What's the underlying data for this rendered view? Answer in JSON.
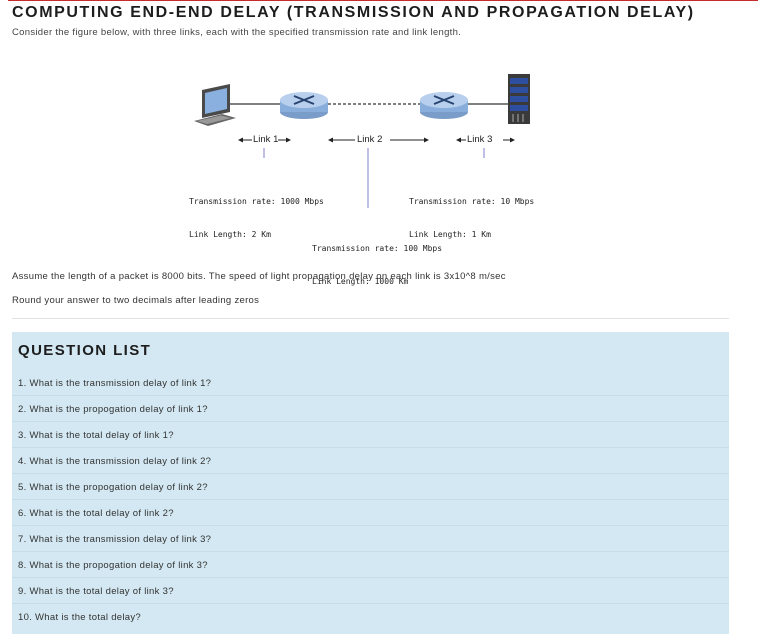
{
  "page": {
    "title": "COMPUTING END-END DELAY (TRANSMISSION AND PROPAGATION DELAY)",
    "subtitle": "Consider the figure below, with three links, each with the specified transmission rate and link length."
  },
  "figure": {
    "links": [
      {
        "label": "Link 1",
        "rate": "Transmission rate: 1000 Mbps",
        "length": "Link Length: 2 Km"
      },
      {
        "label": "Link 2",
        "rate": "Transmission rate: 100 Mbps",
        "length": "Link Length: 1000 Km"
      },
      {
        "label": "Link 3",
        "rate": "Transmission rate: 10 Mbps",
        "length": "Link Length: 1 Km"
      }
    ],
    "icons": [
      "computer-icon",
      "router-icon",
      "router-icon",
      "server-icon"
    ]
  },
  "assumption": "Assume the length of a packet is 8000 bits. The speed of light propagation delay on each link is 3x10^8 m/sec",
  "rounding": "Round your answer to two decimals after leading zeros",
  "questions": {
    "heading": "QUESTION LIST",
    "items": [
      "1. What is the transmission delay of link 1?",
      "2. What is the propogation delay of link 1?",
      "3. What is the total delay of link 1?",
      "4. What is the transmission delay of link 2?",
      "5. What is the propogation delay of link 2?",
      "6. What is the total delay of link 2?",
      "7. What is the transmission delay of link 3?",
      "8. What is the propogation delay of link 3?",
      "9. What is the total delay of link 3?",
      "10. What is the total delay?"
    ]
  },
  "colors": {
    "accent_rule": "#c42c2c",
    "panel_bg": "#d3e8f2",
    "router_body": "#a9c4e6",
    "divider_line": "#7f7fd0"
  }
}
